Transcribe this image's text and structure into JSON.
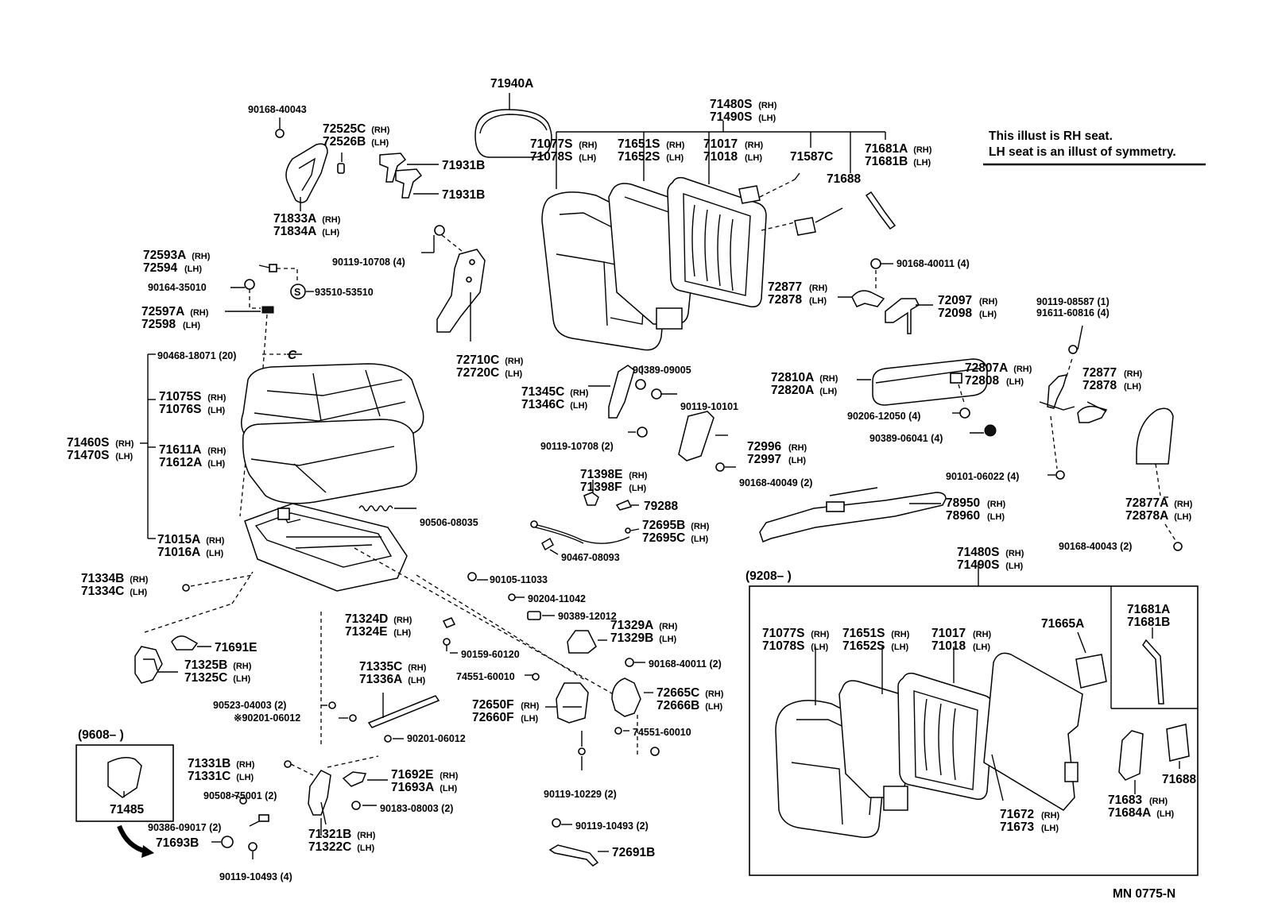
{
  "note": [
    "This illust is RH seat.",
    "LH seat is an illust of symmetry."
  ],
  "drawing_id": "MN  0775-N",
  "parts": [
    {
      "id": "p71940A",
      "lines": [
        "71940A"
      ]
    },
    {
      "id": "p90168a",
      "lines": [
        "90168-40043"
      ]
    },
    {
      "id": "p72525",
      "lines": [
        "72525C",
        "72526B"
      ],
      "sfx": [
        "(RH)",
        "(LH)"
      ]
    },
    {
      "id": "p71931a",
      "lines": [
        "71931B"
      ]
    },
    {
      "id": "p71931b",
      "lines": [
        "71931B"
      ]
    },
    {
      "id": "p71833",
      "lines": [
        "71833A",
        "71834A"
      ],
      "sfx": [
        "(RH)",
        "(LH)"
      ]
    },
    {
      "id": "p71480top",
      "lines": [
        "71480S",
        "71490S"
      ],
      "sfx": [
        "(RH)",
        "(LH)"
      ]
    },
    {
      "id": "p71077top",
      "lines": [
        "71077S",
        "71078S"
      ],
      "sfx": [
        "(RH)",
        "(LH)"
      ]
    },
    {
      "id": "p71651top",
      "lines": [
        "71651S",
        "71652S"
      ],
      "sfx": [
        "(RH)",
        "(LH)"
      ]
    },
    {
      "id": "p71017top",
      "lines": [
        "71017",
        "71018"
      ],
      "sfx": [
        "(RH)",
        "(LH)"
      ]
    },
    {
      "id": "p71587C",
      "lines": [
        "71587C"
      ]
    },
    {
      "id": "p71681top",
      "lines": [
        "71681A",
        "71681B"
      ],
      "sfx": [
        "(RH)",
        "(LH)"
      ]
    },
    {
      "id": "p71688top",
      "lines": [
        "71688"
      ]
    },
    {
      "id": "p72593",
      "lines": [
        "72593A",
        "72594"
      ],
      "sfx": [
        "(RH)",
        "(LH)"
      ]
    },
    {
      "id": "p90164",
      "lines": [
        "90164-35010"
      ]
    },
    {
      "id": "p93510",
      "lines": [
        "93510-53510"
      ]
    },
    {
      "id": "p72597",
      "lines": [
        "72597A",
        "72598"
      ],
      "sfx": [
        "(RH)",
        "(LH)"
      ]
    },
    {
      "id": "p90119_10708_4",
      "lines": [
        "90119-10708 (4)"
      ]
    },
    {
      "id": "p90168_40011_4",
      "lines": [
        "90168-40011 (4)"
      ]
    },
    {
      "id": "p72877a",
      "lines": [
        "72877",
        "72878"
      ],
      "sfx": [
        "(RH)",
        "(LH)"
      ]
    },
    {
      "id": "p72097",
      "lines": [
        "72097",
        "72098"
      ],
      "sfx": [
        "(RH)",
        "(LH)"
      ]
    },
    {
      "id": "p90119_08587",
      "lines": [
        "90119-08587 (1)",
        "91611-60816 (4)"
      ]
    },
    {
      "id": "p90468",
      "lines": [
        "90468-18071 (20)"
      ]
    },
    {
      "id": "p72710",
      "lines": [
        "72710C",
        "72720C"
      ],
      "sfx": [
        "(RH)",
        "(LH)"
      ]
    },
    {
      "id": "p71075",
      "lines": [
        "71075S",
        "71076S"
      ],
      "sfx": [
        "(RH)",
        "(LH)"
      ]
    },
    {
      "id": "p71460",
      "lines": [
        "71460S",
        "71470S"
      ],
      "sfx": [
        "(RH)",
        "(LH)"
      ]
    },
    {
      "id": "p71611",
      "lines": [
        "71611A",
        "71612A"
      ],
      "sfx": [
        "(RH)",
        "(LH)"
      ]
    },
    {
      "id": "p90389_09005",
      "lines": [
        "90389-09005"
      ]
    },
    {
      "id": "p71345",
      "lines": [
        "71345C",
        "71346C"
      ],
      "sfx": [
        "(RH)",
        "(LH)"
      ]
    },
    {
      "id": "p90119_10101",
      "lines": [
        "90119-10101"
      ]
    },
    {
      "id": "p72810",
      "lines": [
        "72810A",
        "72820A"
      ],
      "sfx": [
        "(RH)",
        "(LH)"
      ]
    },
    {
      "id": "p72807",
      "lines": [
        "72807A",
        "72808"
      ],
      "sfx": [
        "(RH)",
        "(LH)"
      ]
    },
    {
      "id": "p72877b",
      "lines": [
        "72877",
        "72878"
      ],
      "sfx": [
        "(RH)",
        "(LH)"
      ]
    },
    {
      "id": "p90206",
      "lines": [
        "90206-12050 (4)"
      ]
    },
    {
      "id": "p90389_06041",
      "lines": [
        "90389-06041 (4)"
      ]
    },
    {
      "id": "p90119_10708_2",
      "lines": [
        "90119-10708 (2)"
      ]
    },
    {
      "id": "p72996",
      "lines": [
        "72996",
        "72997"
      ],
      "sfx": [
        "(RH)",
        "(LH)"
      ]
    },
    {
      "id": "p90168_40049",
      "lines": [
        "90168-40049 (2)"
      ]
    },
    {
      "id": "p90101",
      "lines": [
        "90101-06022 (4)"
      ]
    },
    {
      "id": "p71398",
      "lines": [
        "71398E",
        "71398F"
      ],
      "sfx": [
        "(RH)",
        "(LH)"
      ]
    },
    {
      "id": "p79288",
      "lines": [
        "79288"
      ]
    },
    {
      "id": "p78950",
      "lines": [
        "78950",
        "78960"
      ],
      "sfx": [
        "(RH)",
        "(LH)"
      ]
    },
    {
      "id": "p72877A",
      "lines": [
        "72877A",
        "72878A"
      ],
      "sfx": [
        "(RH)",
        "(LH)"
      ]
    },
    {
      "id": "p90506",
      "lines": [
        "90506-08035"
      ]
    },
    {
      "id": "p72695",
      "lines": [
        "72695B",
        "72695C"
      ],
      "sfx": [
        "(RH)",
        "(LH)"
      ]
    },
    {
      "id": "p71015",
      "lines": [
        "71015A",
        "71016A"
      ],
      "sfx": [
        "(RH)",
        "(LH)"
      ]
    },
    {
      "id": "p90467",
      "lines": [
        "90467-08093"
      ]
    },
    {
      "id": "p90168_40043_2",
      "lines": [
        "90168-40043 (2)"
      ]
    },
    {
      "id": "p71480box",
      "lines": [
        "71480S",
        "71490S"
      ],
      "sfx": [
        "(RH)",
        "(LH)"
      ]
    },
    {
      "id": "p71334",
      "lines": [
        "71334B",
        "71334C"
      ],
      "sfx": [
        "(RH)",
        "(LH)"
      ]
    },
    {
      "id": "p90105",
      "lines": [
        "90105-11033"
      ]
    },
    {
      "id": "p90204",
      "lines": [
        "90204-11042"
      ]
    },
    {
      "id": "p90389_12012",
      "lines": [
        "90389-12012"
      ]
    },
    {
      "id": "p71324",
      "lines": [
        "71324D",
        "71324E"
      ],
      "sfx": [
        "(RH)",
        "(LH)"
      ]
    },
    {
      "id": "p71329",
      "lines": [
        "71329A",
        "71329B"
      ],
      "sfx": [
        "(RH)",
        "(LH)"
      ]
    },
    {
      "id": "p71691E",
      "lines": [
        "71691E"
      ]
    },
    {
      "id": "p90159",
      "lines": [
        "90159-60120"
      ]
    },
    {
      "id": "p71325",
      "lines": [
        "71325B",
        "71325C"
      ],
      "sfx": [
        "(RH)",
        "(LH)"
      ]
    },
    {
      "id": "p90168_40011_2",
      "lines": [
        "90168-40011 (2)"
      ]
    },
    {
      "id": "p71335",
      "lines": [
        "71335C",
        "71336A"
      ],
      "sfx": [
        "(RH)",
        "(LH)"
      ]
    },
    {
      "id": "p74551a",
      "lines": [
        "74551-60010"
      ]
    },
    {
      "id": "p72665",
      "lines": [
        "72665C",
        "72666B"
      ],
      "sfx": [
        "(RH)",
        "(LH)"
      ]
    },
    {
      "id": "p90523",
      "lines": [
        "90523-04003 (2)"
      ]
    },
    {
      "id": "p72650",
      "lines": [
        "72650F",
        "72660F"
      ],
      "sfx": [
        "(RH)",
        "(LH)"
      ]
    },
    {
      "id": "p90201a",
      "lines": [
        "※90201-06012"
      ]
    },
    {
      "id": "p74551b",
      "lines": [
        "74551-60010"
      ]
    },
    {
      "id": "p90201b",
      "lines": [
        "90201-06012"
      ]
    },
    {
      "id": "p71331",
      "lines": [
        "71331B",
        "71331C"
      ],
      "sfx": [
        "(RH)",
        "(LH)"
      ]
    },
    {
      "id": "p71692",
      "lines": [
        "71692E",
        "71693A"
      ],
      "sfx": [
        "(RH)",
        "(LH)"
      ]
    },
    {
      "id": "p90119_10229",
      "lines": [
        "90119-10229 (2)"
      ]
    },
    {
      "id": "p90508",
      "lines": [
        "90508-75001 (2)"
      ]
    },
    {
      "id": "p90386",
      "lines": [
        "90386-09017 (2)"
      ]
    },
    {
      "id": "p90183",
      "lines": [
        "90183-08003 (2)"
      ]
    },
    {
      "id": "p90119_10493_2",
      "lines": [
        "90119-10493 (2)"
      ]
    },
    {
      "id": "p71693B",
      "lines": [
        "71693B"
      ]
    },
    {
      "id": "p71321",
      "lines": [
        "71321B",
        "71322C"
      ],
      "sfx": [
        "(RH)",
        "(LH)"
      ]
    },
    {
      "id": "p72691B",
      "lines": [
        "72691B"
      ]
    },
    {
      "id": "p90119_10493_4",
      "lines": [
        "90119-10493 (4)"
      ]
    },
    {
      "id": "p71485",
      "lines": [
        "71485"
      ]
    },
    {
      "id": "pbox_71077",
      "lines": [
        "71077S",
        "71078S"
      ],
      "sfx": [
        "(RH)",
        "(LH)"
      ]
    },
    {
      "id": "pbox_71651",
      "lines": [
        "71651S",
        "71652S"
      ],
      "sfx": [
        "(RH)",
        "(LH)"
      ]
    },
    {
      "id": "pbox_71017",
      "lines": [
        "71017",
        "71018"
      ],
      "sfx": [
        "(RH)",
        "(LH)"
      ]
    },
    {
      "id": "pbox_71665A",
      "lines": [
        "71665A"
      ]
    },
    {
      "id": "pbox_71681",
      "lines": [
        "71681A",
        "71681B"
      ]
    },
    {
      "id": "pbox_71688",
      "lines": [
        "71688"
      ]
    },
    {
      "id": "pbox_71683",
      "lines": [
        "71683",
        "71684A"
      ],
      "sfx": [
        "(RH)",
        "(LH)"
      ]
    },
    {
      "id": "pbox_71672",
      "lines": [
        "71672",
        "71673"
      ],
      "sfx": [
        "(RH)",
        "(LH)"
      ]
    }
  ],
  "boxes": {
    "box9208": "(9208–         )",
    "box9608": "(9608–         )"
  },
  "callout_c": "C",
  "callout_s": "S"
}
